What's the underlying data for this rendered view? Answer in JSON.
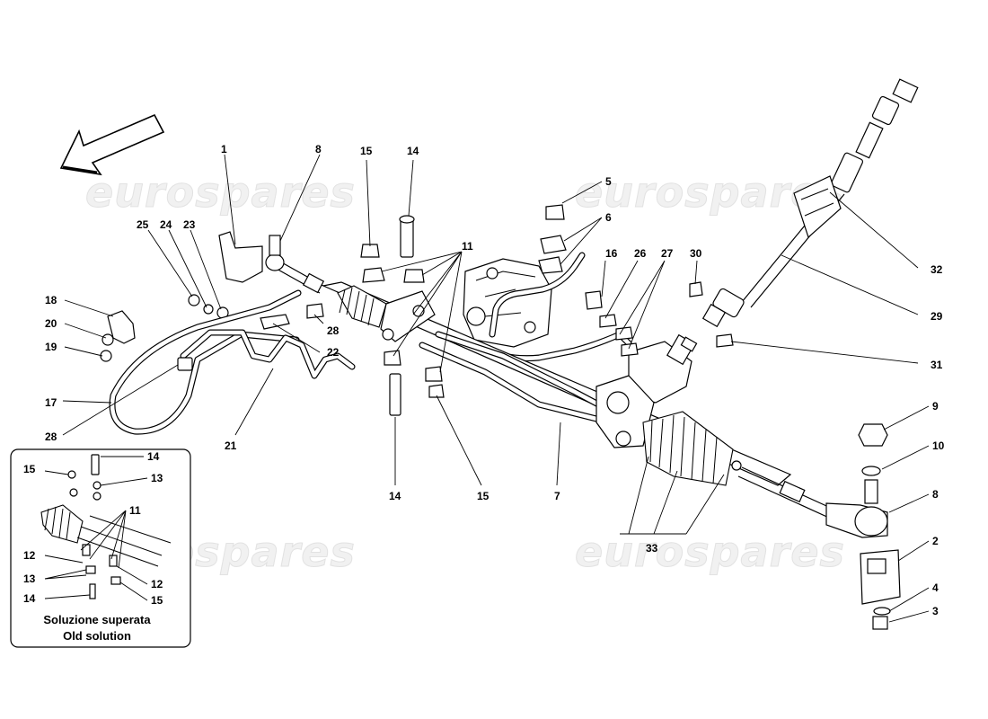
{
  "watermark": "eurospares",
  "callouts": {
    "c1": "1",
    "c8a": "8",
    "c15a": "15",
    "c14a": "14",
    "c5": "5",
    "c6": "6",
    "c25": "25",
    "c24": "24",
    "c23": "23",
    "c11a": "11",
    "c16": "16",
    "c26": "26",
    "c27": "27",
    "c30": "30",
    "c32": "32",
    "c18": "18",
    "c20": "20",
    "c19": "19",
    "c28a": "28",
    "c22": "22",
    "c29": "29",
    "c31": "31",
    "c17": "17",
    "c28b": "28",
    "c21": "21",
    "c14b": "14",
    "c15b": "15",
    "c7": "7",
    "c9": "9",
    "c10": "10",
    "c8b": "8",
    "c33": "33",
    "c2": "2",
    "c4": "4",
    "c3": "3",
    "i14a": "14",
    "i15a": "15",
    "i13a": "13",
    "i11": "11",
    "i12a": "12",
    "i13b": "13",
    "i12b": "12",
    "i14b": "14",
    "i15b": "15"
  },
  "inset": {
    "caption_it": "Soluzione superata",
    "caption_en": "Old solution"
  }
}
